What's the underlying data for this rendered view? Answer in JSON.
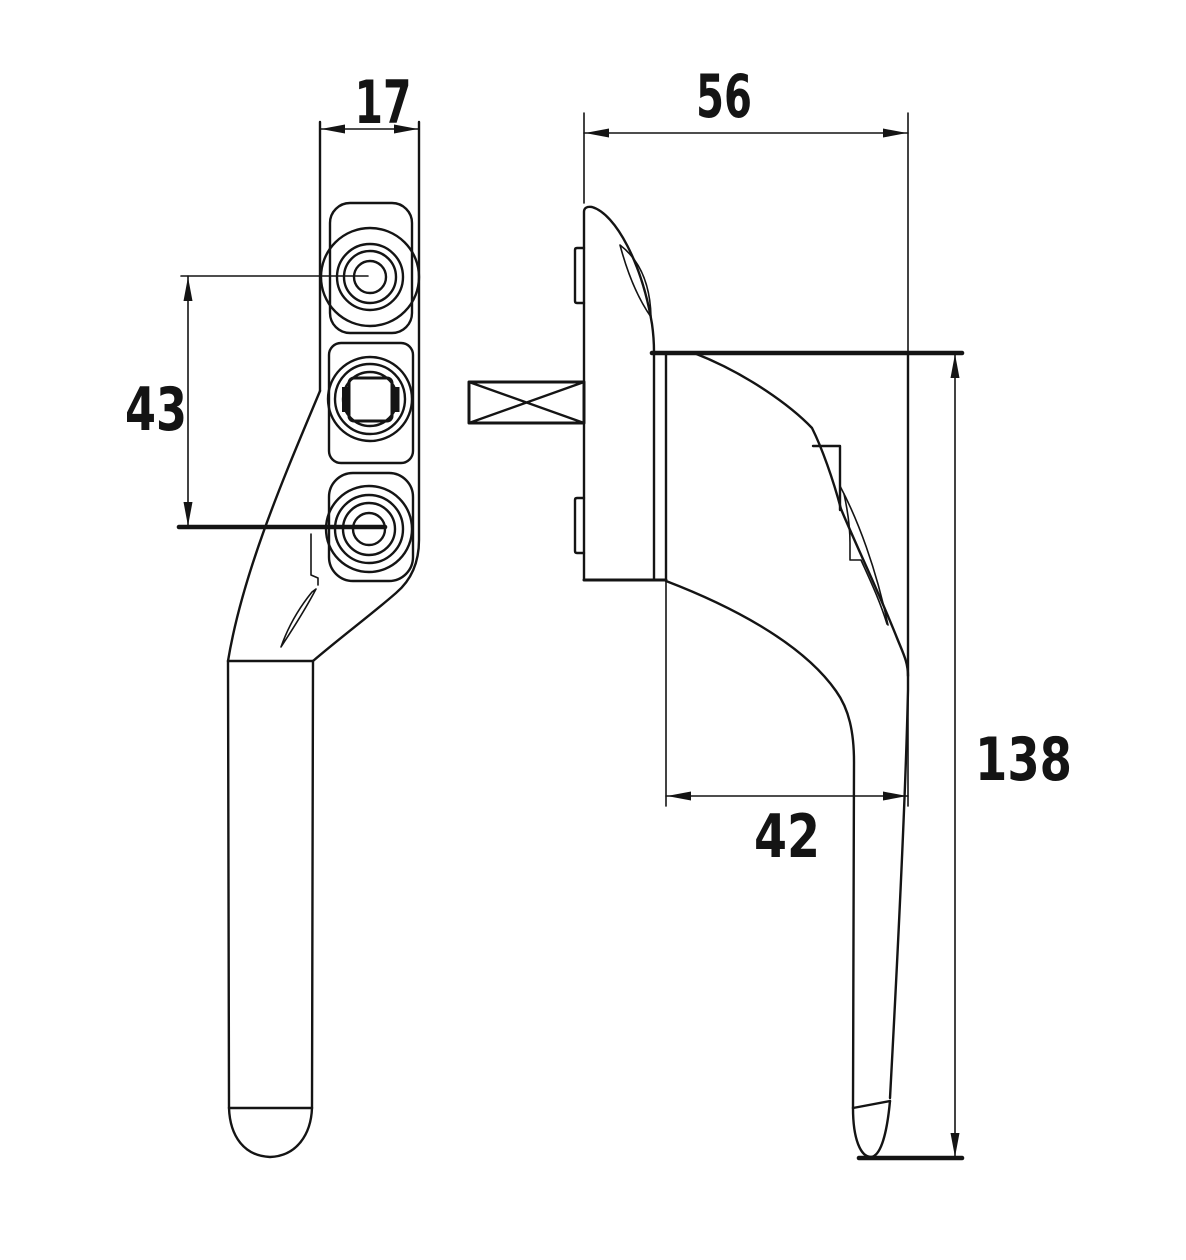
{
  "colors": {
    "background": "#ffffff",
    "ink": "#141414"
  },
  "dimensions": {
    "plate_width": "17",
    "hole_spacing": "43",
    "handle_depth": "56",
    "handle_projection": "42",
    "overall_height": "138"
  }
}
